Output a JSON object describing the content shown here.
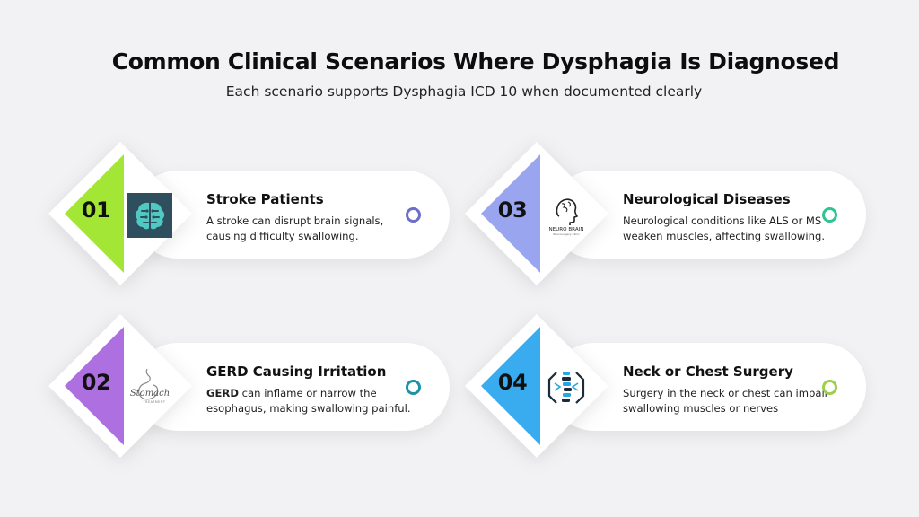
{
  "title": "Common Clinical Scenarios Where Dysphagia Is Diagnosed",
  "subtitle": "Each scenario supports Dysphagia ICD 10 when documented clearly",
  "cards": [
    {
      "number": "01",
      "title": "Stroke Patients",
      "desc_bold": "",
      "description": "A stroke can disrupt brain signals, causing difficulty swallowing.",
      "accent": "#a3e635",
      "ring": "#6a6fc8",
      "icon": "brain-icon"
    },
    {
      "number": "02",
      "title": "GERD Causing Irritation",
      "desc_bold": "GERD",
      "description": " can inflame or narrow the esophagus, making swallowing painful.",
      "accent": "#ae6fe0",
      "ring": "#1a93a8",
      "icon": "stomach-icon",
      "icon_text": "Stomach",
      "icon_subtext": "TREATMENT"
    },
    {
      "number": "03",
      "title": "Neurological Diseases",
      "desc_bold": "",
      "description": "Neurological conditions like ALS or MS weaken muscles, affecting swallowing.",
      "accent": "#99a6ef",
      "ring": "#2fc494",
      "icon": "neuro-brain-icon",
      "icon_text": "NEURO BRAIN",
      "icon_subtext": "Neurosurgery Clinic"
    },
    {
      "number": "04",
      "title": "Neck or Chest Surgery",
      "desc_bold": "",
      "description": "Surgery in the neck or chest can impair swallowing muscles or nerves",
      "accent": "#38acef",
      "ring": "#9bd04a",
      "icon": "spine-icon"
    }
  ]
}
